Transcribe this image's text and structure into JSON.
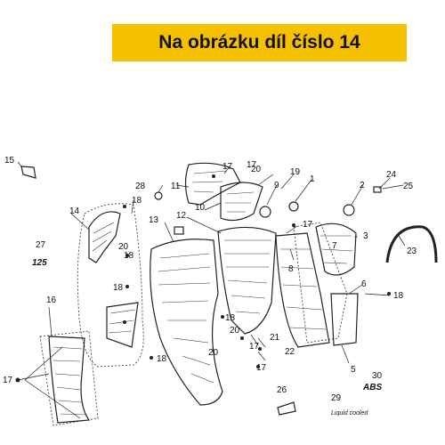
{
  "banner": {
    "text": "Na obrázku díl číslo 14",
    "color": "#f5c000"
  },
  "diagram": {
    "callouts": [
      "15",
      "28",
      "11",
      "17",
      "20",
      "19",
      "9",
      "1",
      "2",
      "24",
      "25",
      "10",
      "18",
      "14",
      "13",
      "12",
      "17",
      "3",
      "27",
      "20",
      "18",
      "7",
      "23",
      "8",
      "18",
      "16",
      "6",
      "18",
      "18",
      "18",
      "20",
      "21",
      "17",
      "22",
      "20",
      "17",
      "5",
      "26",
      "29",
      "30",
      "17",
      "17"
    ],
    "decals": {
      "badge_125": "125",
      "abs": "ABS",
      "label_29": "Liquid cooled"
    }
  }
}
